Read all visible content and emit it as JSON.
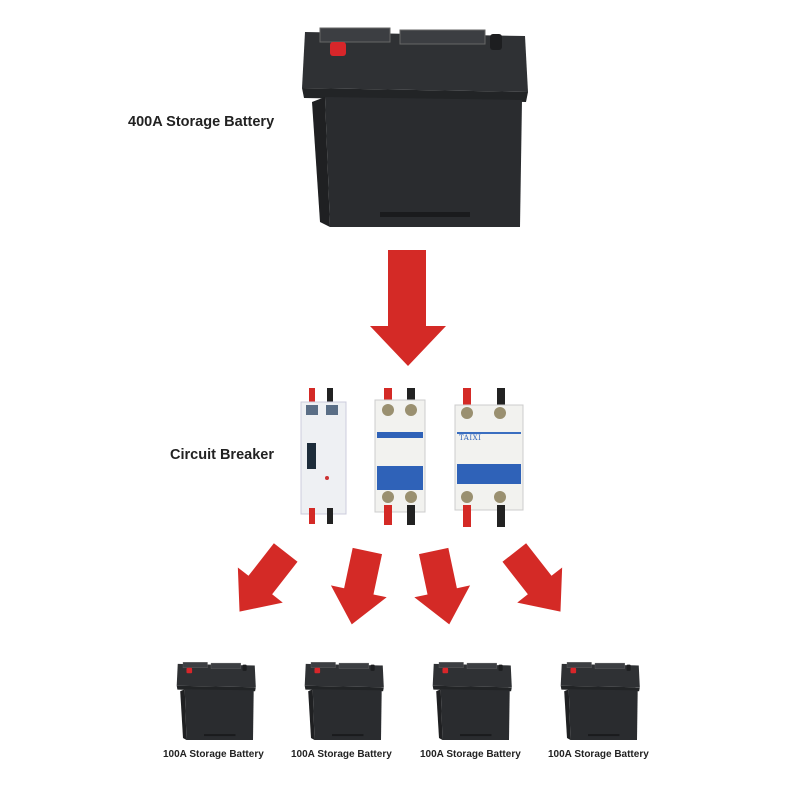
{
  "main_battery": {
    "label": "400A Storage Battery"
  },
  "breaker": {
    "label": "Circuit Breaker",
    "brand_text": "TAIXI"
  },
  "small_batteries": [
    {
      "label": "100A Storage Battery"
    },
    {
      "label": "100A Storage Battery"
    },
    {
      "label": "100A Storage Battery"
    },
    {
      "label": "100A Storage Battery"
    }
  ],
  "colors": {
    "arrow": "#d42a26",
    "battery": "#2b2d30",
    "breaker_blue": "#2f62b8"
  }
}
